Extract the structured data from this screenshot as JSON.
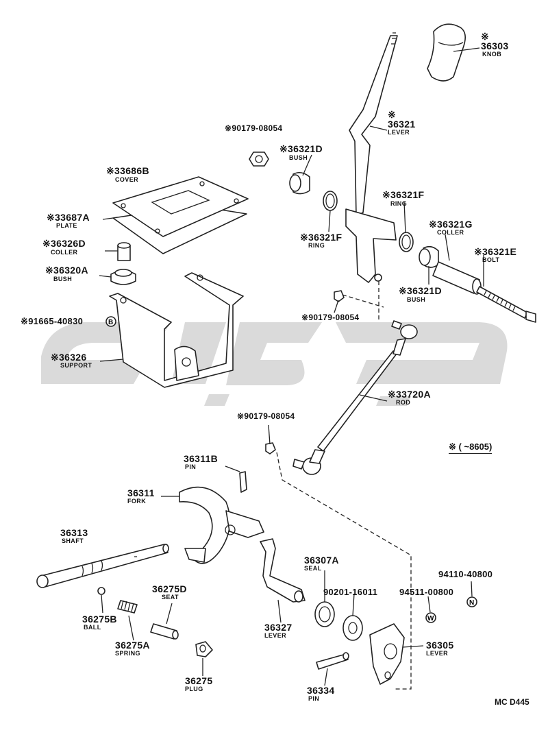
{
  "parts": [
    {
      "id": "knob",
      "num": "36303",
      "name": "KNOB",
      "star": true
    },
    {
      "id": "lever-main",
      "num": "36321",
      "name": "LEVER",
      "star": true
    },
    {
      "id": "nut-top",
      "num": "90179-08054",
      "name": "",
      "star": true
    },
    {
      "id": "bush-d-top",
      "num": "36321D",
      "name": "BUSH",
      "star": true
    },
    {
      "id": "cover",
      "num": "33686B",
      "name": "COVER",
      "star": true
    },
    {
      "id": "ring-f-right",
      "num": "36321F",
      "name": "RING",
      "star": true
    },
    {
      "id": "plate",
      "num": "33687A",
      "name": "PLATE",
      "star": true
    },
    {
      "id": "coller-g",
      "num": "36321G",
      "name": "COLLER",
      "star": true
    },
    {
      "id": "ring-f-left",
      "num": "36321F",
      "name": "RING",
      "star": true
    },
    {
      "id": "coller-d",
      "num": "36326D",
      "name": "COLLER",
      "star": true
    },
    {
      "id": "bolt-e",
      "num": "36321E",
      "name": "BOLT",
      "star": true
    },
    {
      "id": "bush-a",
      "num": "36320A",
      "name": "BUSH",
      "star": true
    },
    {
      "id": "bush-d-right",
      "num": "36321D",
      "name": "BUSH",
      "star": true
    },
    {
      "id": "nut-mid",
      "num": "90179-08054",
      "name": "",
      "star": true
    },
    {
      "id": "washer-b",
      "num": "91665-40830",
      "name": "",
      "star": true
    },
    {
      "id": "support",
      "num": "36326",
      "name": "SUPPORT",
      "star": true
    },
    {
      "id": "rod",
      "num": "33720A",
      "name": "ROD",
      "star": true
    },
    {
      "id": "nut-low",
      "num": "90179-08054",
      "name": "",
      "star": true
    },
    {
      "id": "pin-b",
      "num": "36311B",
      "name": "PIN",
      "star": false
    },
    {
      "id": "fork",
      "num": "36311",
      "name": "FORK",
      "star": false
    },
    {
      "id": "shaft",
      "num": "36313",
      "name": "SHAFT",
      "star": false
    },
    {
      "id": "seal",
      "num": "36307A",
      "name": "SEAL",
      "star": false
    },
    {
      "id": "nut-n",
      "num": "94110-40800",
      "name": "",
      "star": false
    },
    {
      "id": "washer-w",
      "num": "94511-00800",
      "name": "",
      "star": false
    },
    {
      "id": "washer-90201",
      "num": "90201-16011",
      "name": "",
      "star": false
    },
    {
      "id": "seat",
      "num": "36275D",
      "name": "SEAT",
      "star": false
    },
    {
      "id": "ball",
      "num": "36275B",
      "name": "BALL",
      "star": false
    },
    {
      "id": "lever-36327",
      "num": "36327",
      "name": "LEVER",
      "star": false
    },
    {
      "id": "spring",
      "num": "36275A",
      "name": "SPRING",
      "star": false
    },
    {
      "id": "lever-36305",
      "num": "36305",
      "name": "LEVER",
      "star": false
    },
    {
      "id": "plug",
      "num": "36275",
      "name": "PLUG",
      "star": false
    },
    {
      "id": "pin-36334",
      "num": "36334",
      "name": "PIN",
      "star": false
    }
  ],
  "symbols": {
    "star": "※",
    "b": "B",
    "n": "N",
    "w": "W"
  },
  "legend": {
    "mark": "※",
    "range": "( ~8605)"
  },
  "diagram_code": "MC D445"
}
